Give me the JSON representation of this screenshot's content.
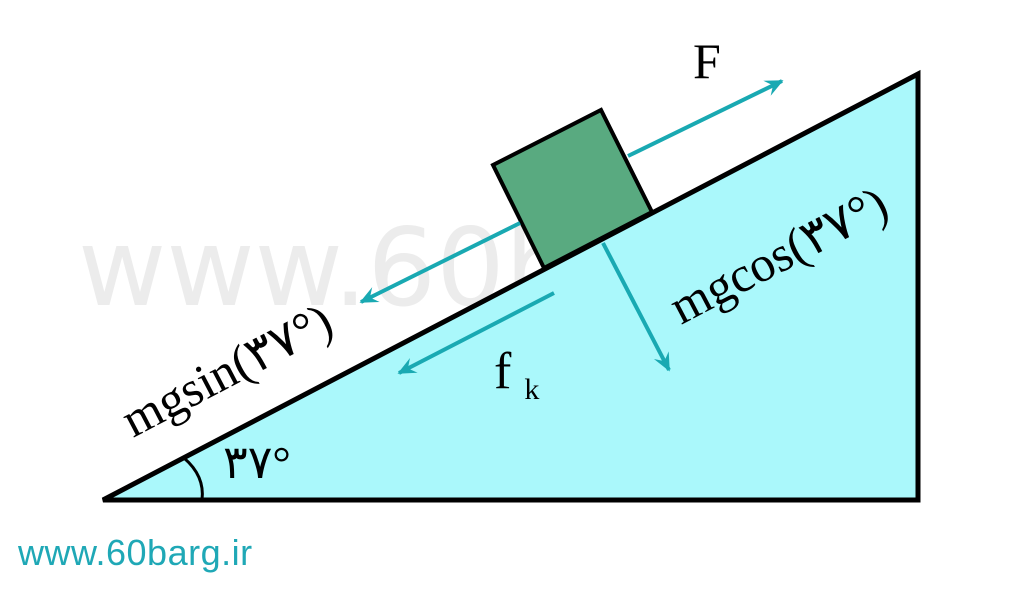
{
  "watermark": "www.60barg.ir",
  "footer_text": "www.60barg.ir",
  "labels": {
    "force_applied": "F",
    "friction_main": "f",
    "friction_sub": "k",
    "parallel_component": "mgsin(۳۷°)",
    "normal_component": "mgcos(۳۷°)",
    "angle": "۳۷°"
  },
  "colors": {
    "incline_fill": "#aaf8fb",
    "block_fill": "#59aa80",
    "arrow": "#19a9b2",
    "outline": "#000000",
    "footer": "#1fa8b6"
  }
}
